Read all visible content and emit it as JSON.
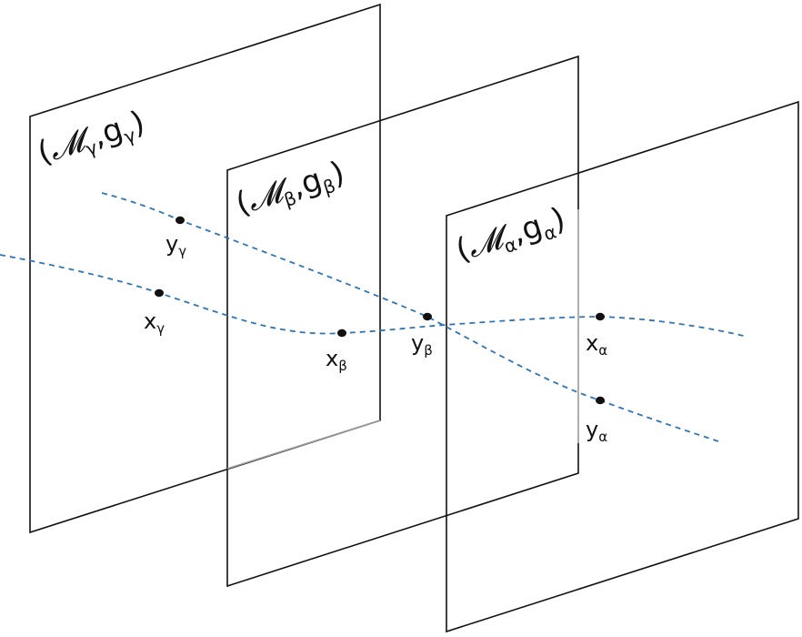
{
  "colors": {
    "plane_stroke": "#111111",
    "curve": "#2f74b8",
    "point": "#111111"
  },
  "planes": [
    {
      "id": "gamma",
      "title": {
        "open": "(",
        "M": "𝓜",
        "sub1": "γ",
        "comma": ",",
        "g": "g",
        "sub2": "γ",
        "close": ")"
      }
    },
    {
      "id": "beta",
      "title": {
        "open": "(",
        "M": "𝓜",
        "sub1": "β",
        "comma": ",",
        "g": "g",
        "sub2": "β",
        "close": ")"
      }
    },
    {
      "id": "alpha",
      "title": {
        "open": "(",
        "M": "𝓜",
        "sub1": "α",
        "comma": ",",
        "g": "g",
        "sub2": "α",
        "close": ")"
      }
    }
  ],
  "points": {
    "y_gamma": {
      "base": "y",
      "sub": "γ"
    },
    "x_gamma": {
      "base": "x",
      "sub": "γ"
    },
    "x_beta": {
      "base": "x",
      "sub": "β"
    },
    "y_beta": {
      "base": "y",
      "sub": "β"
    },
    "x_alpha": {
      "base": "x",
      "sub": "α"
    },
    "y_alpha": {
      "base": "y",
      "sub": "α"
    }
  },
  "curves": [
    "x-curve",
    "y-curve"
  ]
}
